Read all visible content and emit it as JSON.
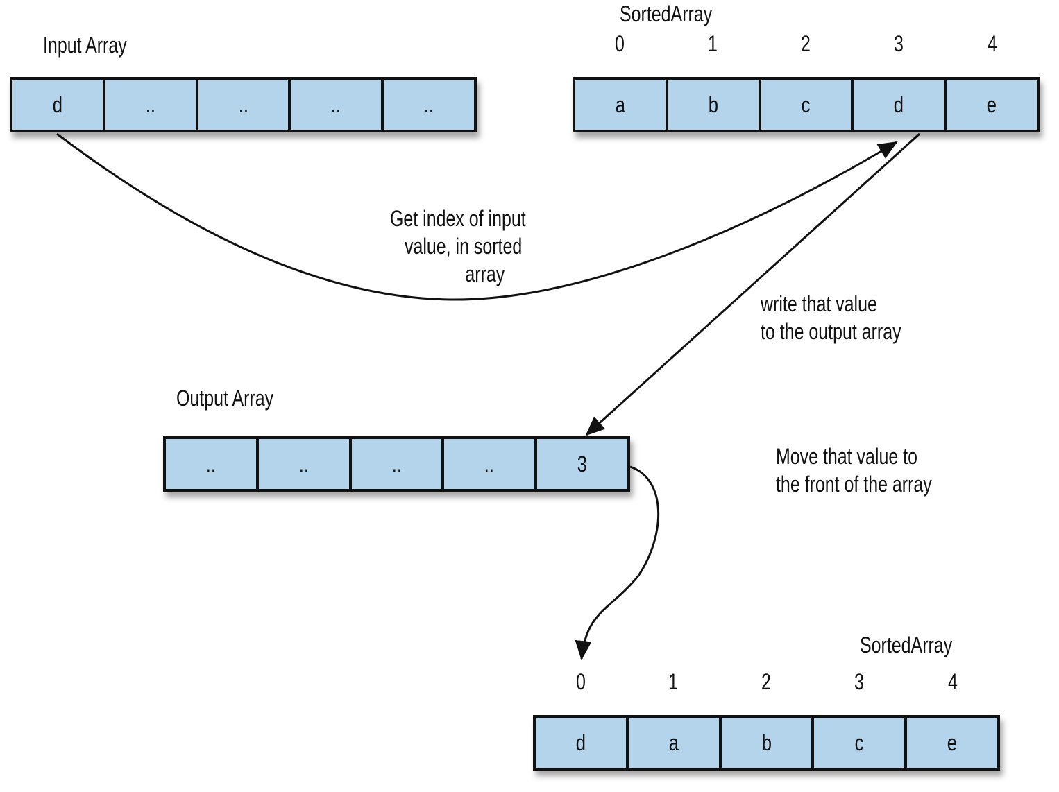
{
  "input_array": {
    "title": "Input Array",
    "cells": [
      "d",
      "..",
      "..",
      "..",
      ".."
    ]
  },
  "sorted_array_top": {
    "title": "SortedArray",
    "indices": [
      "0",
      "1",
      "2",
      "3",
      "4"
    ],
    "cells": [
      "a",
      "b",
      "c",
      "d",
      "e"
    ]
  },
  "output_array": {
    "title": "Output Array",
    "cells": [
      "..",
      "..",
      "..",
      "..",
      "3"
    ]
  },
  "sorted_array_bottom": {
    "title": "SortedArray",
    "indices": [
      "0",
      "1",
      "2",
      "3",
      "4"
    ],
    "cells": [
      "d",
      "a",
      "b",
      "c",
      "e"
    ]
  },
  "annotations": {
    "get_index": [
      "Get index of input",
      "value, in sorted",
      "array"
    ],
    "write_value": [
      "write that value",
      "to the output array"
    ],
    "move_value": [
      "Move that value to",
      "the front of the array"
    ]
  },
  "colors": {
    "cell_fill": "#b3d4ea",
    "stroke": "#111111"
  }
}
